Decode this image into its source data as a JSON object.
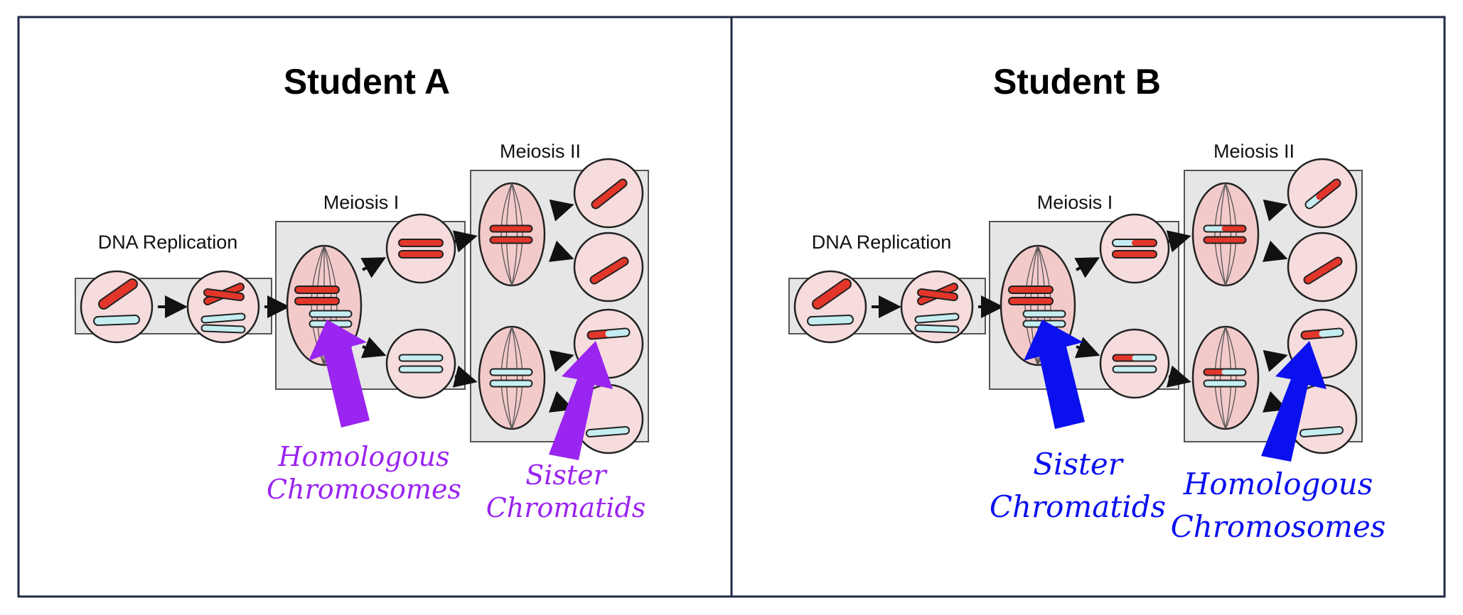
{
  "colors": {
    "border": "#1f2a44",
    "stage_box": "#e6e6e6",
    "cell_fill": "#f6dcdc",
    "spindle_fill": "#f3caca",
    "chromosome_red": "#e2362a",
    "chromosome_blue": "#c6eef2",
    "student_a_annotation": "#9a24f0",
    "student_b_annotation": "#0b10ee"
  },
  "panels": [
    {
      "title": "Student A",
      "labels": {
        "dna_replication": "DNA Replication",
        "meiosis_1": "Meiosis I",
        "meiosis_2": "Meiosis II"
      },
      "annotations": [
        {
          "lines": [
            "Homologous",
            "Chromosomes"
          ],
          "points_to": "homologous pair in meiosis I cell"
        },
        {
          "lines": [
            "Sister",
            "Chromatids"
          ],
          "points_to": "separated chromatid in meiosis II product cell"
        }
      ]
    },
    {
      "title": "Student B",
      "labels": {
        "dna_replication": "DNA Replication",
        "meiosis_1": "Meiosis I",
        "meiosis_2": "Meiosis II"
      },
      "annotations": [
        {
          "lines": [
            "Sister",
            "Chromatids"
          ],
          "points_to": "homologous pair in meiosis I cell"
        },
        {
          "lines": [
            "Homologous",
            "Chromosomes"
          ],
          "points_to": "separated chromatid in meiosis II product cell"
        }
      ]
    }
  ]
}
